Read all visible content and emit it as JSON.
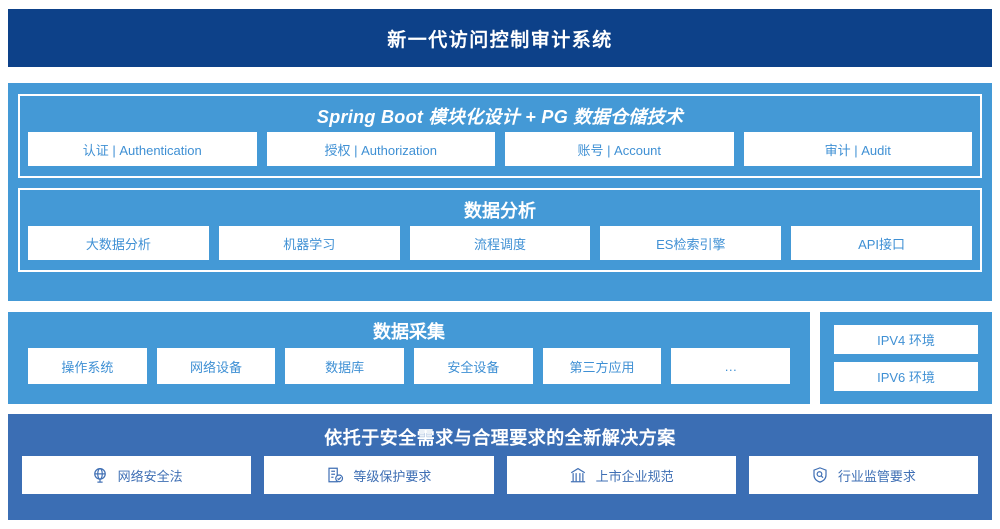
{
  "header": {
    "title": "新一代访问控制审计系统",
    "background_color": "#0d4189",
    "text_color": "#ffffff"
  },
  "colors": {
    "header_navy": "#0d4189",
    "panel_blue": "#4499d6",
    "compliance_blue": "#3b6eb4",
    "chip_bg": "#ffffff",
    "chip_text_blue": "#3f90d4",
    "compliance_chip_text": "#3f6fb4"
  },
  "platform": {
    "groups": [
      {
        "title": "Spring Boot 模块化设计 + PG 数据仓储技术",
        "title_style": "italic-bold",
        "chips": [
          {
            "label": "认证 | Authentication"
          },
          {
            "label": "授权 | Authorization"
          },
          {
            "label": "账号 | Account"
          },
          {
            "label": "审计 | Audit"
          }
        ]
      },
      {
        "title": "数据分析",
        "title_style": "bold",
        "chips": [
          {
            "label": "大数据分析"
          },
          {
            "label": "机器学习"
          },
          {
            "label": "流程调度"
          },
          {
            "label": "ES检索引擎"
          },
          {
            "label": "API接口"
          }
        ]
      }
    ]
  },
  "collect": {
    "title": "数据采集",
    "chips": [
      {
        "label": "操作系统"
      },
      {
        "label": "网络设备"
      },
      {
        "label": "数据库"
      },
      {
        "label": "安全设备"
      },
      {
        "label": "第三方应用"
      },
      {
        "label": "…"
      }
    ]
  },
  "environment": {
    "chips": [
      {
        "label": "IPV4 环境"
      },
      {
        "label": "IPV6 环境"
      }
    ]
  },
  "compliance": {
    "title": "依托于安全需求与合理要求的全新解决方案",
    "chips": [
      {
        "label": "网络安全法",
        "icon": "globe-network-icon"
      },
      {
        "label": "等级保护要求",
        "icon": "document-check-icon"
      },
      {
        "label": "上市企业规范",
        "icon": "bank-building-icon"
      },
      {
        "label": "行业监管要求",
        "icon": "shield-search-icon"
      }
    ]
  }
}
